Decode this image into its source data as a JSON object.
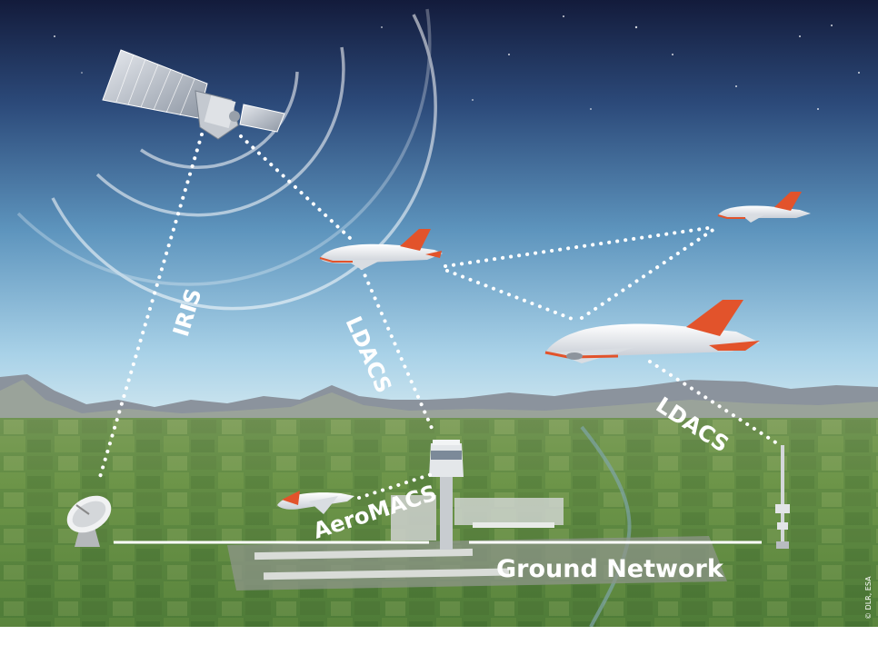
{
  "labels": {
    "iris": "IRIS",
    "ldacs_tower": "LDACS",
    "ldacs_ground": "LDACS",
    "aeromacs": "AeroMACS",
    "ground_network": "Ground Network",
    "copyright": "© DLR, ESA"
  },
  "colors": {
    "sky_top": "#141d3f",
    "sky_mid": "#3f6f9c",
    "sky_horizon": "#b9d9ea",
    "ground": "#5f8a45",
    "link_dots": "#ffffff",
    "aircraft_accent": "#e2532b"
  }
}
